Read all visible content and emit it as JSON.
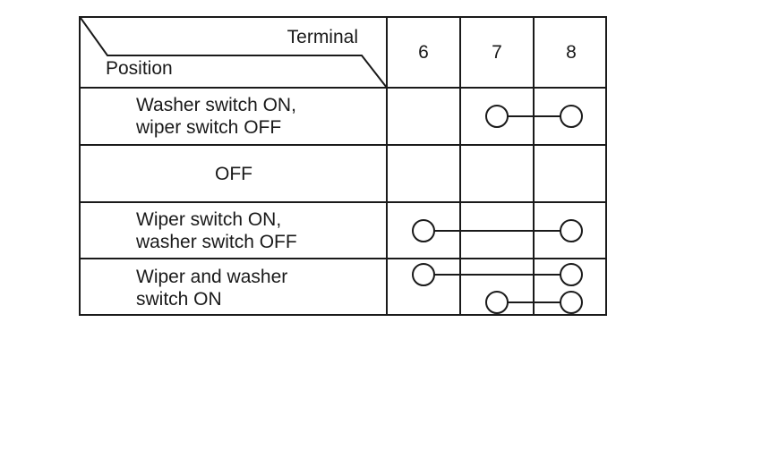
{
  "table": {
    "corner": {
      "top_label": "Terminal",
      "bottom_label": "Position"
    },
    "terminals": [
      "6",
      "7",
      "8"
    ],
    "rows": [
      {
        "position": "Washer switch ON,\nwiper switch OFF",
        "connections": [
          [
            "7",
            "8"
          ]
        ]
      },
      {
        "position": "OFF",
        "connections": []
      },
      {
        "position": "Wiper switch ON,\nwasher switch OFF",
        "connections": [
          [
            "6",
            "8"
          ]
        ]
      },
      {
        "position": "Wiper and washer\nswitch ON",
        "connections": [
          [
            "6",
            "8"
          ],
          [
            "7",
            "8"
          ]
        ]
      }
    ]
  },
  "colors": {
    "line": "#1a1a1a",
    "text": "#1a1a1a",
    "background": "#ffffff"
  }
}
